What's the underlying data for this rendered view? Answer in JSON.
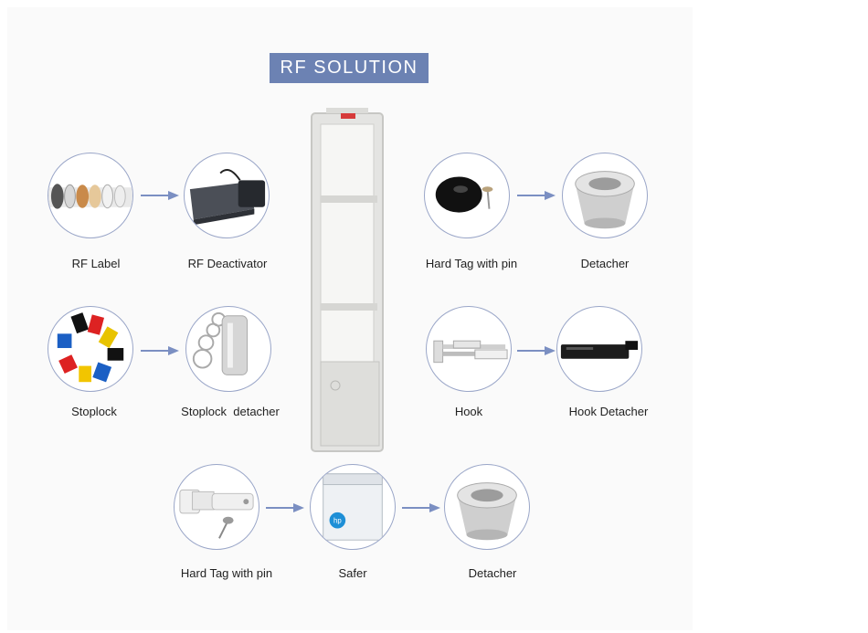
{
  "title": "RF SOLUTION",
  "items": {
    "rf_label": "RF Label",
    "rf_deactivator": "RF Deactivator",
    "hard_tag_pin_1": "Hard Tag with pin",
    "detacher_1": "Detacher",
    "stoplock": "Stoplock",
    "stoplock_detacher": "Stoplock  detacher",
    "hook": "Hook",
    "hook_detacher": "Hook Detacher",
    "hard_tag_pin_2": "Hard Tag with pin",
    "safer": "Safer",
    "detacher_2": "Detacher"
  },
  "colors": {
    "title_bg": "#6c82b3",
    "arrow": "#7b8fc2",
    "circle_border": "#9aa6c8"
  },
  "icons": [
    "rf-label-icon",
    "rf-deactivator-icon",
    "hard-tag-icon",
    "detacher-icon",
    "stoplock-icon",
    "stoplock-detacher-icon",
    "hook-icon",
    "hook-detacher-icon",
    "safer-icon",
    "security-gate-icon"
  ]
}
